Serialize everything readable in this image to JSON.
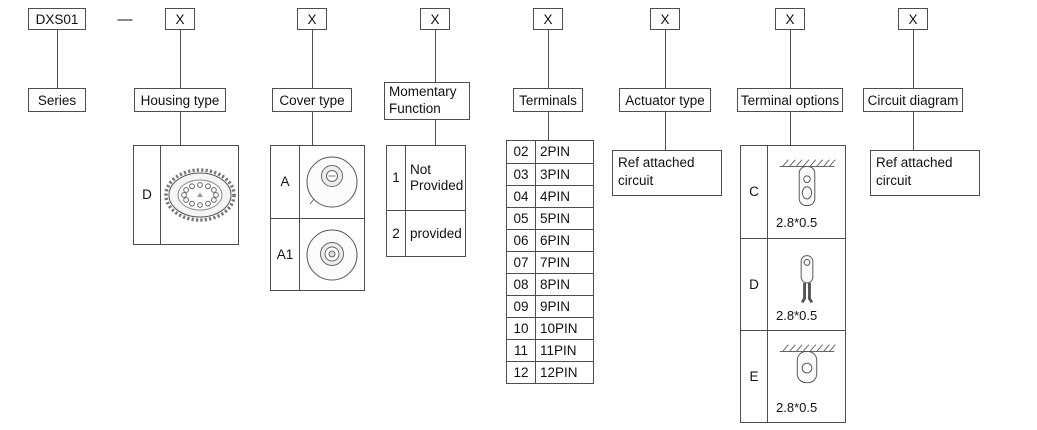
{
  "part_code": {
    "series_box": "DXS01",
    "separator": "—",
    "x": "X"
  },
  "labels": {
    "series": "Series",
    "housing": "Housing type",
    "cover": "Cover type",
    "momentary": "Momentary Function",
    "terminals": "Terminals",
    "actuator": "Actuator type",
    "terminal_options": "Terminal options",
    "circuit": "Circuit diagram"
  },
  "housing": {
    "rows": [
      {
        "code": "D"
      }
    ]
  },
  "cover": {
    "rows": [
      {
        "code": "A"
      },
      {
        "code": "A1"
      }
    ]
  },
  "momentary": {
    "rows": [
      {
        "code": "1",
        "text": "Not Provided"
      },
      {
        "code": "2",
        "text": "provided"
      }
    ]
  },
  "terminals": {
    "rows": [
      {
        "code": "02",
        "label": "2PIN"
      },
      {
        "code": "03",
        "label": "3PIN"
      },
      {
        "code": "04",
        "label": "4PIN"
      },
      {
        "code": "05",
        "label": "5PIN"
      },
      {
        "code": "06",
        "label": "6PIN"
      },
      {
        "code": "07",
        "label": "7PIN"
      },
      {
        "code": "08",
        "label": "8PIN"
      },
      {
        "code": "09",
        "label": "9PIN"
      },
      {
        "code": "10",
        "label": "10PIN"
      },
      {
        "code": "11",
        "label": "11PIN"
      },
      {
        "code": "12",
        "label": "12PIN"
      }
    ]
  },
  "actuator": {
    "note": "Ref attached circuit"
  },
  "terminal_options": {
    "rows": [
      {
        "code": "C",
        "dim": "2.8*0.5"
      },
      {
        "code": "D",
        "dim": "2.8*0.5"
      },
      {
        "code": "E",
        "dim": "2.8*0.5"
      }
    ]
  },
  "circuit": {
    "note": "Ref attached circuit"
  }
}
